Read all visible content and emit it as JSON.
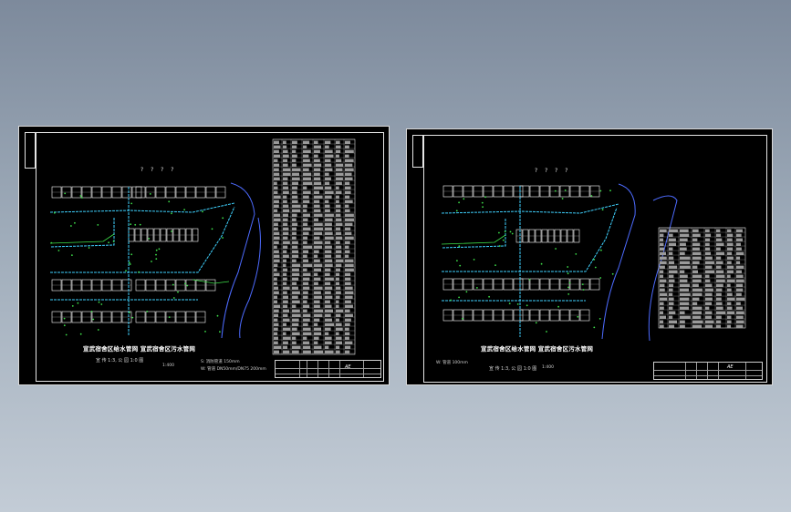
{
  "drawings": [
    {
      "id": "left",
      "marks": "? ? ? ?",
      "plan_title": "宣武宿舍区给水管网 宣武宿舍区污水管网",
      "subtitle": "宣 传 1:3, 公 园 1:0 图",
      "scale": "1:400",
      "note_line1": "S: 消防管道 150mm",
      "note_line2": "W: 管道 DN50mm/DN75 200mm",
      "stamp": "AE"
    },
    {
      "id": "right",
      "marks": "? ? ? ?",
      "plan_title": "宣武宿舍区给水管网 宣武宿舍区污水管网",
      "subtitle": "宣 传 1:3, 公 园 1:0 图",
      "scale": "1:400",
      "note_line1": "W: 管道 100mm",
      "stamp": "AE"
    }
  ],
  "colors": {
    "page_background": "#8f9cad",
    "sheet": "#000000",
    "building_lines": "#ffffff",
    "pipe_water": "#3fd2ff",
    "pipe_green": "#3ee04a",
    "site_boundary": "#4d6bff",
    "table_lines": "#dcdcdc"
  }
}
